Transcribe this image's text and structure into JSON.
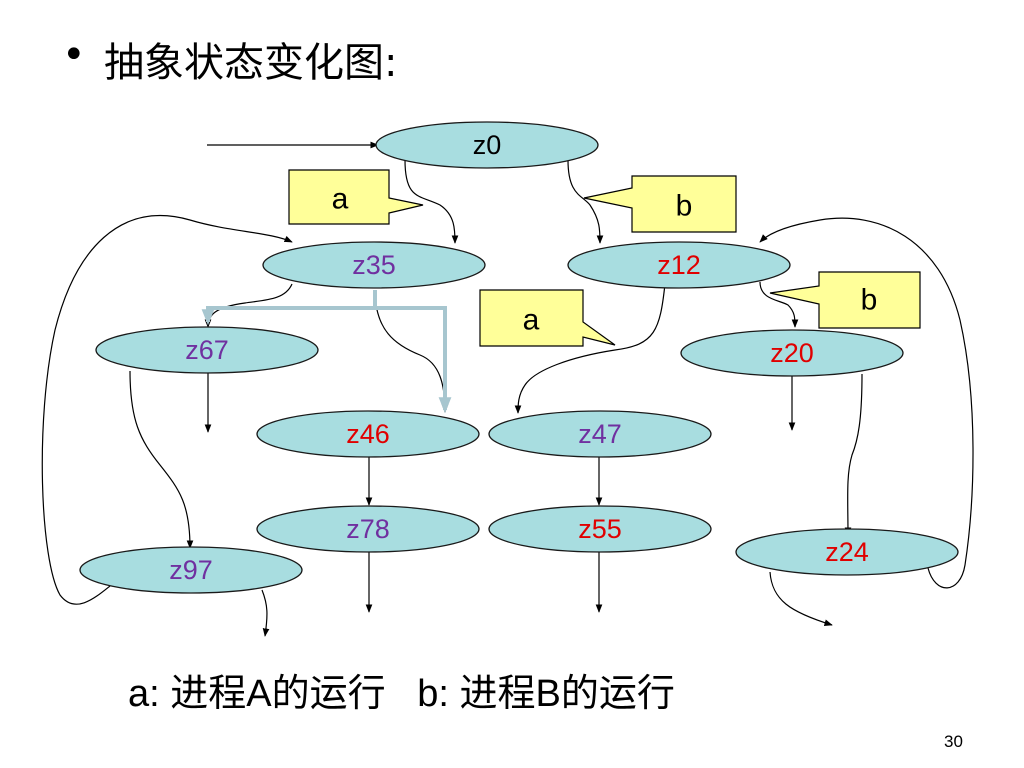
{
  "slide": {
    "bullet": "•",
    "title": "抽象状态变化图:",
    "legend": "a: 进程A的运行   b: 进程B的运行",
    "page_number": "30"
  },
  "colors": {
    "node_fill": "#a8dde0",
    "callout_fill": "#ffff99",
    "label_black": "#000000",
    "label_purple": "#7030a0",
    "label_red": "#e00000",
    "highlight": "#a7c6cf"
  },
  "nodes": [
    {
      "id": "z0",
      "label": "z0",
      "color": "#000000"
    },
    {
      "id": "z35",
      "label": "z35",
      "color": "#7030a0"
    },
    {
      "id": "z12",
      "label": "z12",
      "color": "#e00000"
    },
    {
      "id": "z67",
      "label": "z67",
      "color": "#7030a0"
    },
    {
      "id": "z20",
      "label": "z20",
      "color": "#e00000"
    },
    {
      "id": "z46",
      "label": "z46",
      "color": "#e00000"
    },
    {
      "id": "z47",
      "label": "z47",
      "color": "#7030a0"
    },
    {
      "id": "z78",
      "label": "z78",
      "color": "#7030a0"
    },
    {
      "id": "z55",
      "label": "z55",
      "color": "#e00000"
    },
    {
      "id": "z97",
      "label": "z97",
      "color": "#7030a0"
    },
    {
      "id": "z24",
      "label": "z24",
      "color": "#e00000"
    }
  ],
  "callouts": [
    {
      "id": "callout-a-1",
      "label": "a"
    },
    {
      "id": "callout-b-1",
      "label": "b"
    },
    {
      "id": "callout-a-2",
      "label": "a"
    },
    {
      "id": "callout-b-2",
      "label": "b"
    }
  ]
}
